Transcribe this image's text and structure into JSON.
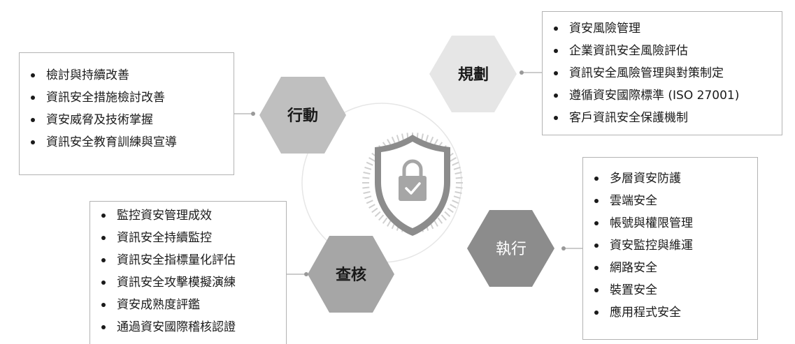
{
  "phases": {
    "plan": {
      "label": "規劃",
      "items": [
        "資安風險管理",
        "企業資訊安全風險評估",
        "資訊安全風險管理與對策制定",
        "遵循資安國際標準 (ISO 27001)",
        "客戶資訊安全保護機制"
      ]
    },
    "do": {
      "label": "執行",
      "items": [
        "多層資安防護",
        "雲端安全",
        "帳號與權限管理",
        "資安監控與維運",
        "網路安全",
        "裝置安全",
        "應用程式安全"
      ]
    },
    "check": {
      "label": "查核",
      "items": [
        "監控資安管理成效",
        "資訊安全持續監控",
        "資訊安全指標量化評估",
        "資訊安全攻擊模擬演練",
        "資安成熟度評鑑",
        "通過資安國際稽核認證"
      ]
    },
    "act": {
      "label": "行動",
      "items": [
        "檢討與持續改善",
        "資訊安全措施檢討改善",
        "資安威脅及技術掌握",
        "資訊安全教育訓練與宣導"
      ]
    }
  },
  "center_icon": "shield-lock-check-icon",
  "colors": {
    "plan_hex": "#e6e6e6",
    "act_hex": "#bfbfbf",
    "check_hex": "#a6a6a6",
    "do_hex": "#8c8c8c",
    "plan_text": "#1a1a1a",
    "act_text": "#1a1a1a",
    "check_text": "#1a1a1a",
    "do_text": "#ffffff",
    "shield": "#8c8c8c",
    "lock": "#a6a6a6",
    "card_border": "#b3b3b3",
    "connector": "#999999",
    "ring": "#e6e6e6"
  }
}
